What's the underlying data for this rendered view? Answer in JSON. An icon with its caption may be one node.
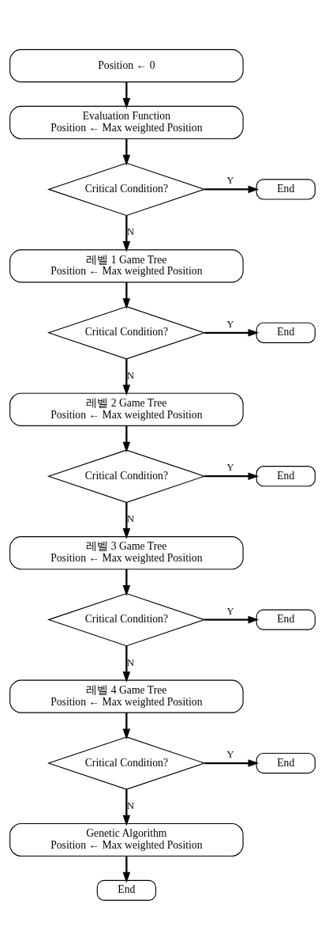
{
  "diagram": {
    "nodes": [
      {
        "text": [
          "Position ← 0"
        ]
      },
      {
        "text": [
          "Evaluation Function",
          "Position ← Max weighted Position"
        ]
      },
      {
        "text": [
          "Critical Condition?"
        ]
      },
      {
        "text": [
          "End"
        ]
      },
      {
        "text": [
          "레벨 1 Game Tree",
          "Position ← Max weighted Position"
        ]
      },
      {
        "text": [
          "Critical Condition?"
        ]
      },
      {
        "text": [
          "End"
        ]
      },
      {
        "text": [
          "레벨 2 Game Tree",
          "Position ← Max weighted Position"
        ]
      },
      {
        "text": [
          "Critical Condition?"
        ]
      },
      {
        "text": [
          "End"
        ]
      },
      {
        "text": [
          "레벨 3 Game Tree",
          "Position ← Max weighted Position"
        ]
      },
      {
        "text": [
          "Critical Condition?"
        ]
      },
      {
        "text": [
          "End"
        ]
      },
      {
        "text": [
          "레벨 4 Game Tree",
          "Position ← Max weighted Position"
        ]
      },
      {
        "text": [
          "Critical Condition?"
        ]
      },
      {
        "text": [
          "End"
        ]
      },
      {
        "text": [
          "Genetic Algorithm",
          "Position ← Max weighted Position"
        ]
      },
      {
        "text": [
          "End"
        ]
      }
    ],
    "edges": [
      {
        "from": 0,
        "to": 1,
        "arrow": "to"
      },
      {
        "from": 1,
        "to": 2,
        "arrow": "to"
      },
      {
        "from": 2,
        "to": 3,
        "arrow": "to",
        "label": "Y"
      },
      {
        "from": 2,
        "to": 4,
        "arrow": "to",
        "label": "N"
      },
      {
        "from": 4,
        "to": 5,
        "arrow": "to"
      },
      {
        "from": 5,
        "to": 6,
        "arrow": "to",
        "label": "Y"
      },
      {
        "from": 5,
        "to": 7,
        "arrow": "to",
        "label": "N"
      },
      {
        "from": 7,
        "to": 8,
        "arrow": "to"
      },
      {
        "from": 8,
        "to": 9,
        "arrow": "to",
        "label": "Y"
      },
      {
        "from": 8,
        "to": 10,
        "arrow": "to",
        "label": "N"
      },
      {
        "from": 10,
        "to": 11,
        "arrow": "to"
      },
      {
        "from": 11,
        "to": 12,
        "arrow": "to",
        "label": "Y"
      },
      {
        "from": 11,
        "to": 13,
        "arrow": "to",
        "label": "N"
      },
      {
        "from": 13,
        "to": 14,
        "arrow": "to"
      },
      {
        "from": 14,
        "to": 15,
        "arrow": "to",
        "label": "Y"
      },
      {
        "from": 14,
        "to": 16,
        "arrow": "to",
        "label": "N"
      },
      {
        "from": 16,
        "to": 17,
        "arrow": "to"
      }
    ]
  }
}
